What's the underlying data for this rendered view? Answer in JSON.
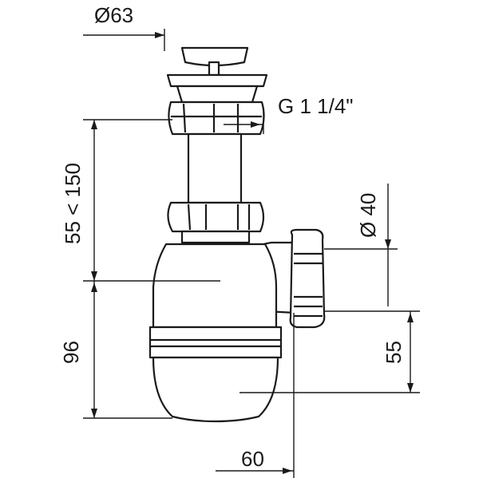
{
  "diagram": {
    "dimensions": {
      "strainer_diameter": "Ø63",
      "thread": "G 1 1/4\"",
      "adjustable_height": "55 < 150",
      "bowl_height": "96",
      "outlet_diameter": "Ø 40",
      "outlet_height": "55",
      "outlet_offset": "60"
    },
    "colors": {
      "ink": "#1a1a1a",
      "shade": "#9a9a9a",
      "dark": "#333333"
    }
  }
}
